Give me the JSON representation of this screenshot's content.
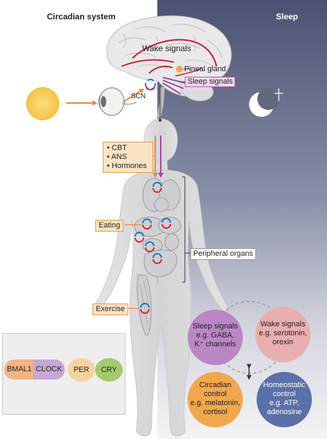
{
  "headers": {
    "left": "Circadian system",
    "right": "Sleep"
  },
  "brain": {
    "wake_signals": "Wake signals",
    "pineal_gland": "Pineal gland",
    "sleep_signals": "Sleep signals",
    "scn": "SCN"
  },
  "outputs": [
    "CBT",
    "ANS",
    "Hormones"
  ],
  "body_labels": {
    "eating": "Eating",
    "exercise": "Exercise",
    "peripheral_organs": "Peripheral organs"
  },
  "regulation": {
    "sleep_signals": "Sleep signals\ne.g. GABA,\nK⁺ channels",
    "wake_signals": "Wake signals\ne.g. serotonin,\norexin",
    "circadian_control": "Circadian\ncontrol\ne.g. melatonin,\ncortisol",
    "homeostatic_control": "Homeostatic\ncontrol\ne.g. ATP,\nadenosine"
  },
  "clock_genes": {
    "bmal1": "BMAL1",
    "clock": "CLOCK",
    "per": "PER",
    "cry": "CRY"
  },
  "colors": {
    "night_sky": "#4e5470",
    "sun": "#f7cf5a",
    "pathway_orange": "#e68a3c",
    "pathway_purple": "#9b4a9a",
    "brain_red": "#c4262e",
    "sleep_circle": "#bb86c4",
    "wake_circle": "#e9aeb0",
    "circadian_circle": "#f2a74e",
    "homeostatic_circle": "#5b6fa8",
    "loop_blue": "#1a7bbf",
    "loop_red": "#d2293a",
    "per_fill": "#f7d2a1",
    "cry_fill": "#a4cb6c",
    "bmal1_fill": "#f6b483",
    "clock_fill": "#c6a7d6"
  }
}
